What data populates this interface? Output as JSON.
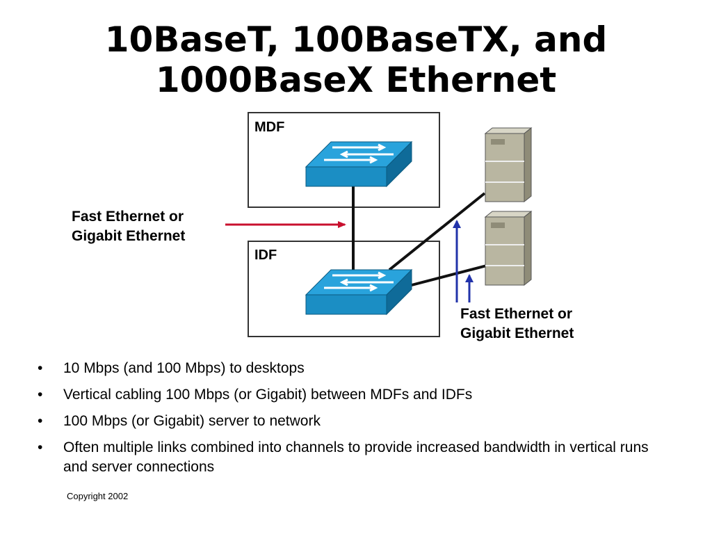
{
  "title": {
    "line1": "10BaseT, 100BaseTX, and",
    "line2": "1000BaseX Ethernet"
  },
  "diagram": {
    "mdf_label": "MDF",
    "idf_label": "IDF",
    "left_label": {
      "line1": "Fast Ethernet or",
      "line2": "Gigabit Ethernet"
    },
    "right_label": {
      "line1": "Fast Ethernet or",
      "line2": "Gigabit Ethernet"
    },
    "colors": {
      "switch_top": "#29a3dc",
      "switch_front": "#1b8ec4",
      "switch_side": "#0f6b99",
      "server_body": "#b9b6a1",
      "server_side": "#8f8c78",
      "red_arrow": "#c8102e",
      "blue_arrow": "#2233aa",
      "cable": "#111111"
    }
  },
  "bullets": [
    "10 Mbps (and 100 Mbps) to desktops",
    "Vertical cabling 100 Mbps (or Gigabit) between MDFs and IDFs",
    "100 Mbps (or Gigabit) server to network",
    "Often multiple links combined into channels to provide increased bandwidth in vertical runs and server connections"
  ],
  "bullet_symbol": "•",
  "copyright": "Copyright 2002"
}
